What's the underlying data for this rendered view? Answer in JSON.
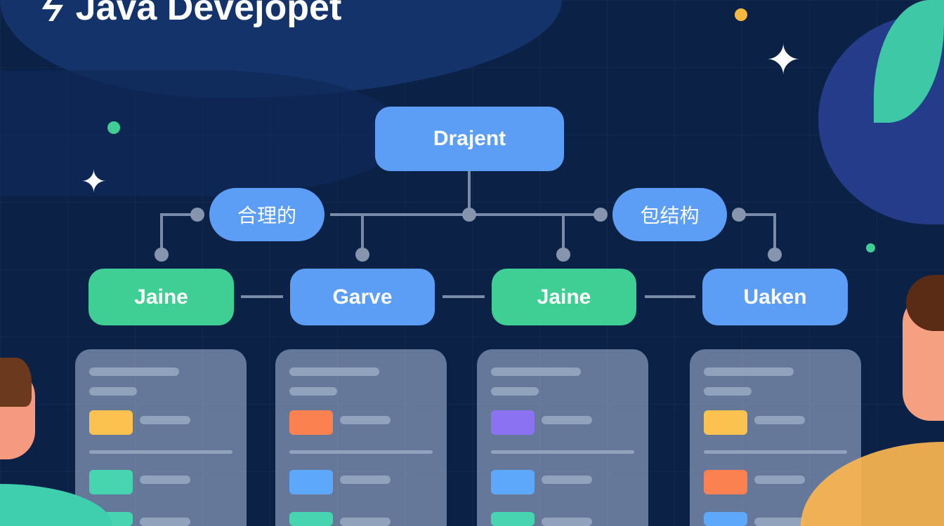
{
  "header": {
    "title": "Java Devejopet",
    "logo_icon": "lightning-icon"
  },
  "diagram": {
    "root": "Drajent",
    "branches": [
      "合理的",
      "包结构"
    ],
    "nodes": [
      {
        "label": "Jaine",
        "color": "#3fcf95"
      },
      {
        "label": "Garve",
        "color": "#5c9ef5"
      },
      {
        "label": "Jaine",
        "color": "#3fcf95"
      },
      {
        "label": "Uaken",
        "color": "#5c9ef5"
      }
    ],
    "cards": [
      {
        "swatches": [
          "#fbc24f",
          "#47d4b0",
          "#47d4b0"
        ]
      },
      {
        "swatches": [
          "#fc8150",
          "#5ea8fb",
          "#47d4b0"
        ]
      },
      {
        "swatches": [
          "#8a72f0",
          "#5ea8fb",
          "#47d4b0"
        ]
      },
      {
        "swatches": [
          "#fbc24f",
          "#fc8150",
          "#5ea8fb"
        ]
      }
    ]
  },
  "colors": {
    "background": "#0b2146",
    "node_blue": "#5c9ef5",
    "node_green": "#3fcf95"
  }
}
